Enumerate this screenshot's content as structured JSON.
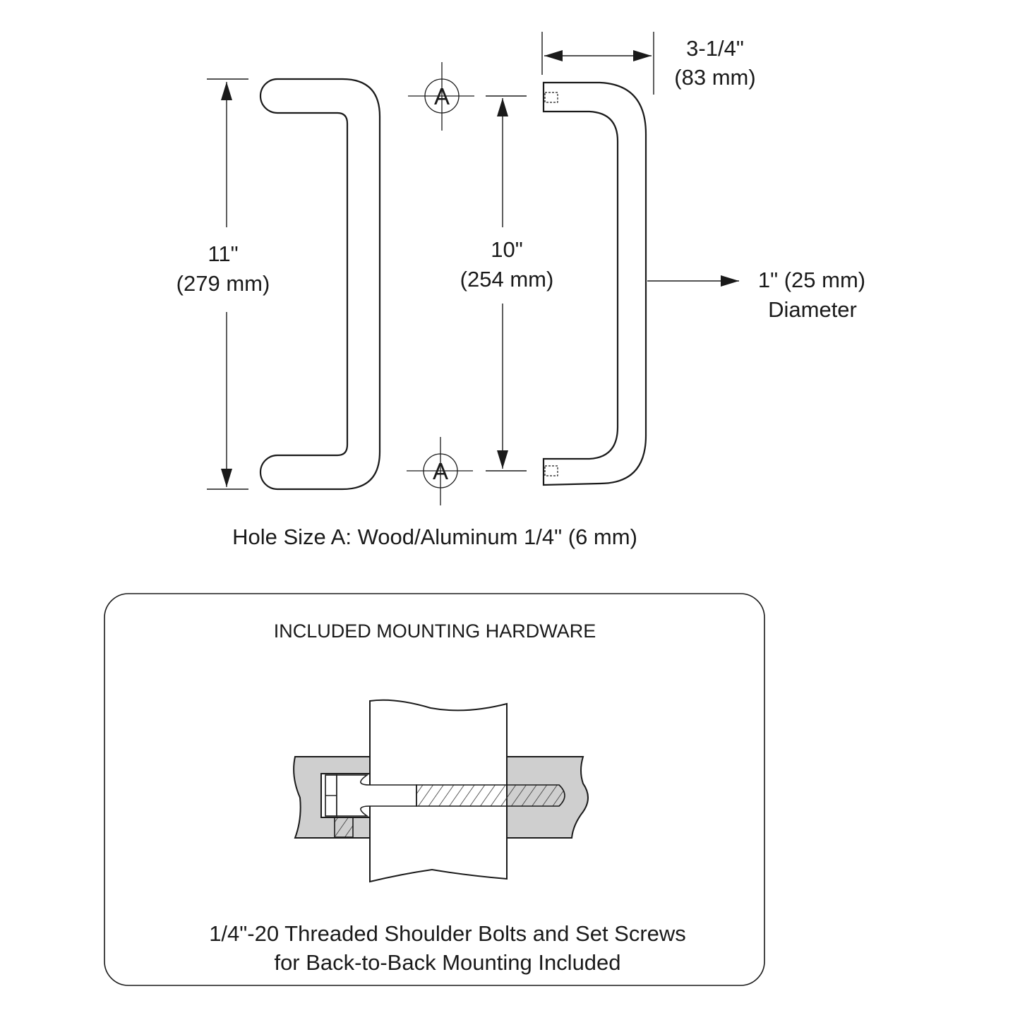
{
  "dimensions": {
    "overall_height": {
      "imperial": "11\"",
      "metric": "(279 mm)"
    },
    "center_to_center": {
      "imperial": "10\"",
      "metric": "(254 mm)"
    },
    "projection": {
      "imperial": "3-1/4\"",
      "metric": "(83 mm)"
    },
    "diameter": {
      "imperial": "1\" (25 mm)",
      "label": "Diameter"
    }
  },
  "hole_marker": "A",
  "hole_caption": "Hole Size A: Wood/Aluminum 1/4\" (6 mm)",
  "hardware_box": {
    "title": "INCLUDED MOUNTING HARDWARE",
    "caption_line1": "1/4\"-20 Threaded Shoulder Bolts and Set Screws",
    "caption_line2": "for Back-to-Back Mounting Included"
  },
  "colors": {
    "line": "#1a1a1a",
    "door_fill": "#cfcfcf",
    "hatch": "#333333"
  },
  "icons": [
    "arrow-icon",
    "crosshair-circle-icon"
  ]
}
